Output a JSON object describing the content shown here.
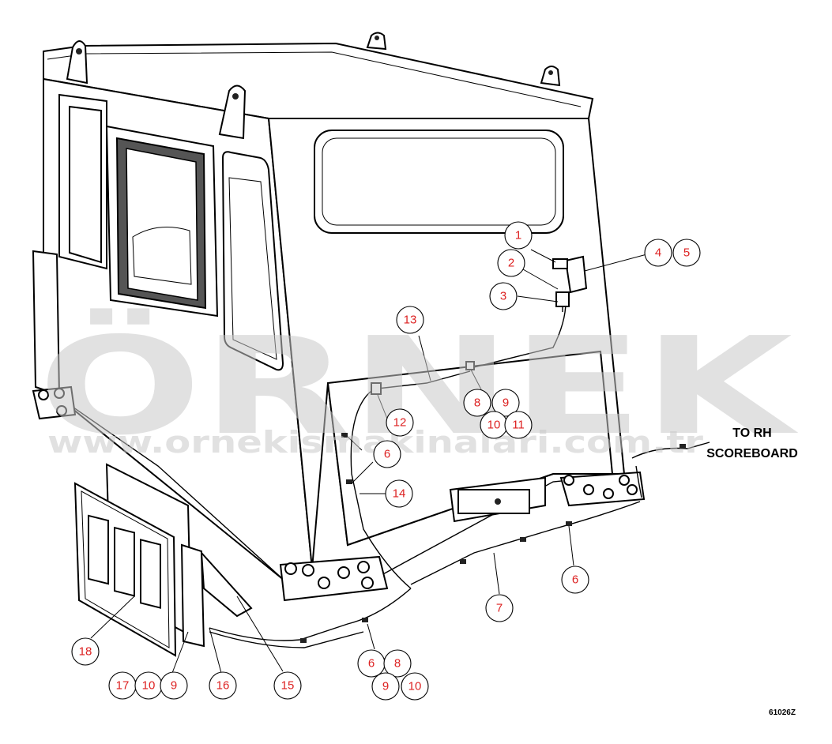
{
  "watermark": {
    "big": "ÖRNEK",
    "url": "www.ornekismakinalari.com.tr"
  },
  "labels": {
    "to_rh_1": "TO RH",
    "to_rh_2": "SCOREBOARD",
    "drawing_no": "61026Z"
  },
  "callouts": [
    {
      "id": "c1",
      "text": "1"
    },
    {
      "id": "c2",
      "text": "2"
    },
    {
      "id": "c3",
      "text": "3"
    },
    {
      "id": "c4",
      "text": "4"
    },
    {
      "id": "c5",
      "text": "5"
    },
    {
      "id": "c13",
      "text": "13"
    },
    {
      "id": "c8a",
      "text": "8"
    },
    {
      "id": "c9a",
      "text": "9"
    },
    {
      "id": "c10a",
      "text": "10"
    },
    {
      "id": "c11",
      "text": "11"
    },
    {
      "id": "c12",
      "text": "12"
    },
    {
      "id": "c6a",
      "text": "6"
    },
    {
      "id": "c14",
      "text": "14"
    },
    {
      "id": "c6b",
      "text": "6"
    },
    {
      "id": "c7",
      "text": "7"
    },
    {
      "id": "c18",
      "text": "18"
    },
    {
      "id": "c6c",
      "text": "6"
    },
    {
      "id": "c8b",
      "text": "8"
    },
    {
      "id": "c9b",
      "text": "9"
    },
    {
      "id": "c10b",
      "text": "10"
    },
    {
      "id": "c17",
      "text": "17"
    },
    {
      "id": "c10c",
      "text": "10"
    },
    {
      "id": "c9c",
      "text": "9"
    },
    {
      "id": "c16",
      "text": "16"
    },
    {
      "id": "c15",
      "text": "15"
    }
  ]
}
